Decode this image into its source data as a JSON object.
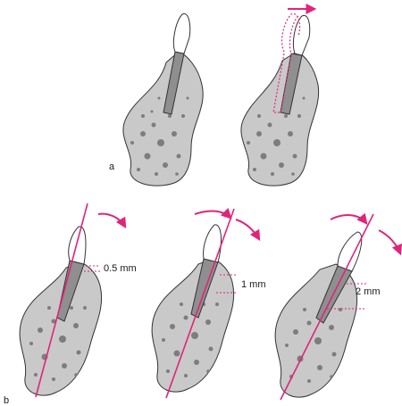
{
  "figure": {
    "panel_a_label": "a",
    "panel_b_label": "b",
    "measurements": [
      {
        "label": "0.5 mm"
      },
      {
        "label": "1 mm"
      },
      {
        "label": "2 mm"
      }
    ]
  },
  "colors": {
    "bone_fill": "#c9c9c9",
    "bone_stroke": "#333333",
    "root_fill": "#8f8f8f",
    "crown_fill": "#ffffff",
    "accent_magenta": "#e0247a"
  },
  "icons": {
    "translation_arrow": "arrow-right-icon",
    "rotation_arrow": "curved-arrow-icon"
  }
}
